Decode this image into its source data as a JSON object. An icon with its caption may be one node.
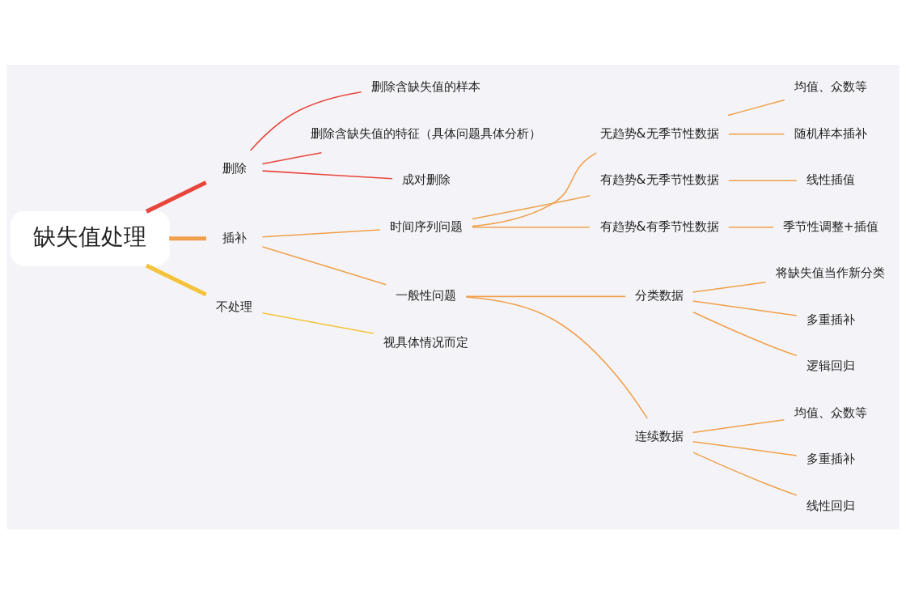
{
  "diagram": {
    "nodes": [
      {
        "text": [
          "缺失值处理"
        ]
      },
      {
        "text": [
          "删除"
        ]
      },
      {
        "text": [
          "删除含缺失值的样本"
        ]
      },
      {
        "text": [
          "删除含缺失值的特征（具体问题具体分析）"
        ]
      },
      {
        "text": [
          "成对删除"
        ]
      },
      {
        "text": [
          "插补"
        ]
      },
      {
        "text": [
          "时间序列问题"
        ]
      },
      {
        "text": [
          "无趋势&无季节性数据"
        ]
      },
      {
        "text": [
          "均值、众数等"
        ]
      },
      {
        "text": [
          "随机样本插补"
        ]
      },
      {
        "text": [
          "有趋势&无季节性数据"
        ]
      },
      {
        "text": [
          "线性插值"
        ]
      },
      {
        "text": [
          "有趋势&有季节性数据"
        ]
      },
      {
        "text": [
          "季节性调整+插值"
        ]
      },
      {
        "text": [
          "一般性问题"
        ]
      },
      {
        "text": [
          "分类数据"
        ]
      },
      {
        "text": [
          "将缺失值当作新分类"
        ]
      },
      {
        "text": [
          "多重插补"
        ]
      },
      {
        "text": [
          "逻辑回归"
        ]
      },
      {
        "text": [
          "连续数据"
        ]
      },
      {
        "text": [
          "均值、众数等"
        ]
      },
      {
        "text": [
          "多重插补"
        ]
      },
      {
        "text": [
          "线性回归"
        ]
      },
      {
        "text": [
          "不处理"
        ]
      },
      {
        "text": [
          "视具体情况而定"
        ]
      }
    ],
    "edges": [
      {
        "from": 0,
        "to": 1,
        "arrow": "none",
        "style": "thick",
        "color": "#e8453c"
      },
      {
        "from": 1,
        "to": 2,
        "arrow": "none",
        "color": "#e8453c"
      },
      {
        "from": 1,
        "to": 3,
        "arrow": "none",
        "color": "#e8453c"
      },
      {
        "from": 1,
        "to": 4,
        "arrow": "none",
        "color": "#e8453c"
      },
      {
        "from": 0,
        "to": 5,
        "arrow": "none",
        "style": "thick"
      },
      {
        "from": 5,
        "to": 6,
        "arrow": "none"
      },
      {
        "from": 6,
        "to": 7,
        "arrow": "none"
      },
      {
        "from": 7,
        "to": 8,
        "arrow": "none"
      },
      {
        "from": 7,
        "to": 9,
        "arrow": "none"
      },
      {
        "from": 6,
        "to": 10,
        "arrow": "none"
      },
      {
        "from": 10,
        "to": 11,
        "arrow": "none"
      },
      {
        "from": 6,
        "to": 12,
        "arrow": "none"
      },
      {
        "from": 12,
        "to": 13,
        "arrow": "none"
      },
      {
        "from": 5,
        "to": 14,
        "arrow": "none"
      },
      {
        "from": 14,
        "to": 15,
        "arrow": "none"
      },
      {
        "from": 15,
        "to": 16,
        "arrow": "none"
      },
      {
        "from": 15,
        "to": 17,
        "arrow": "none"
      },
      {
        "from": 15,
        "to": 18,
        "arrow": "none"
      },
      {
        "from": 14,
        "to": 19,
        "arrow": "none"
      },
      {
        "from": 19,
        "to": 20,
        "arrow": "none"
      },
      {
        "from": 19,
        "to": 21,
        "arrow": "none"
      },
      {
        "from": 19,
        "to": 22,
        "arrow": "none"
      },
      {
        "from": 0,
        "to": 23,
        "arrow": "none",
        "style": "thick",
        "color": "#f5c33b"
      },
      {
        "from": 23,
        "to": 24,
        "arrow": "none",
        "color": "#f5c33b"
      }
    ]
  }
}
